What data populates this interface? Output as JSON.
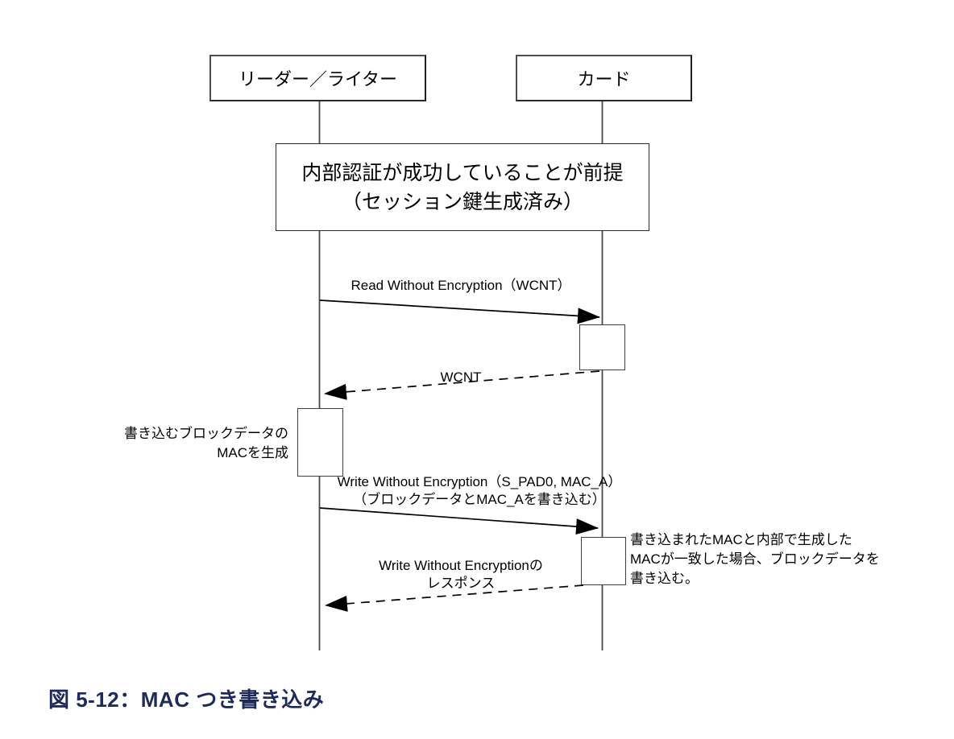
{
  "figure": {
    "type": "sequence-diagram",
    "actors": [
      {
        "id": "reader-writer",
        "label": "リーダー／ライター"
      },
      {
        "id": "card",
        "label": "カード"
      }
    ],
    "precondition": {
      "line1": "内部認証が成功していることが前提",
      "line2": "（セッション鍵生成済み）"
    },
    "messages": [
      {
        "id": "read-request",
        "from": "reader-writer",
        "to": "card",
        "style": "solid",
        "label": "Read Without Encryption（WCNT）"
      },
      {
        "id": "read-response",
        "from": "card",
        "to": "reader-writer",
        "style": "dashed",
        "label": "WCNT"
      },
      {
        "id": "write-request",
        "from": "reader-writer",
        "to": "card",
        "style": "solid",
        "label_line1": "Write Without Encryption（S_PAD0, MAC_A）",
        "label_line2": "（ブロックデータとMAC_Aを書き込む）"
      },
      {
        "id": "write-response",
        "from": "card",
        "to": "reader-writer",
        "style": "dashed",
        "label_line1": "Write Without Encryptionの",
        "label_line2": "レスポンス"
      }
    ],
    "notes": [
      {
        "id": "reader-mac-note",
        "lines": [
          "書き込むブロックデータの",
          "MACを生成"
        ]
      },
      {
        "id": "card-verify-note",
        "lines": [
          "書き込まれたMACと内部で生成した",
          "MACが一致した場合、ブロックデータを",
          "書き込む。"
        ]
      }
    ],
    "caption": "図 5-12：MAC つき書き込み",
    "colors": {
      "caption": "#1e2a5a",
      "line": "#3f3f3f",
      "arrow": "#000000",
      "text": "#000000",
      "background": "#ffffff"
    }
  }
}
